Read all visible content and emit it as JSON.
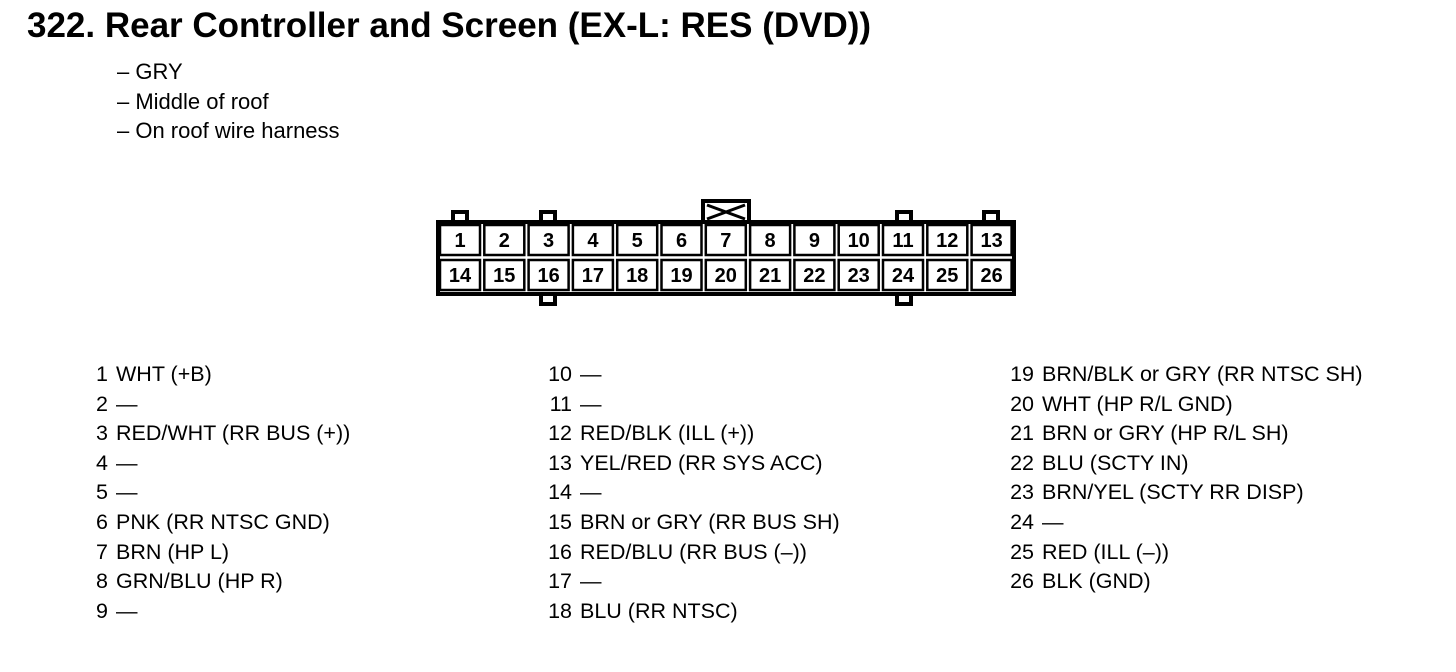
{
  "title": "322. Rear Controller and Screen (EX-L: RES (DVD))",
  "notes": [
    "– GRY",
    "– Middle of roof",
    "– On roof wire harness"
  ],
  "connector": {
    "top_row": [
      "1",
      "2",
      "3",
      "4",
      "5",
      "6",
      "7",
      "8",
      "9",
      "10",
      "11",
      "12",
      "13"
    ],
    "bottom_row": [
      "14",
      "15",
      "16",
      "17",
      "18",
      "19",
      "20",
      "21",
      "22",
      "23",
      "24",
      "25",
      "26"
    ]
  },
  "pin_columns": [
    [
      {
        "num": "1",
        "desc": "WHT (+B)"
      },
      {
        "num": "2",
        "desc": "—"
      },
      {
        "num": "3",
        "desc": "RED/WHT (RR BUS (+))"
      },
      {
        "num": "4",
        "desc": "—"
      },
      {
        "num": "5",
        "desc": "—"
      },
      {
        "num": "6",
        "desc": "PNK (RR NTSC GND)"
      },
      {
        "num": "7",
        "desc": "BRN (HP L)"
      },
      {
        "num": "8",
        "desc": "GRN/BLU (HP R)"
      },
      {
        "num": "9",
        "desc": "—"
      }
    ],
    [
      {
        "num": "10",
        "desc": "—"
      },
      {
        "num": "11",
        "desc": "—"
      },
      {
        "num": "12",
        "desc": "RED/BLK (ILL (+))"
      },
      {
        "num": "13",
        "desc": "YEL/RED (RR SYS ACC)"
      },
      {
        "num": "14",
        "desc": "—"
      },
      {
        "num": "15",
        "desc": "BRN or GRY (RR BUS SH)"
      },
      {
        "num": "16",
        "desc": "RED/BLU (RR BUS (–))"
      },
      {
        "num": "17",
        "desc": "—"
      },
      {
        "num": "18",
        "desc": "BLU (RR NTSC)"
      }
    ],
    [
      {
        "num": "19",
        "desc": "BRN/BLK or GRY (RR NTSC SH)"
      },
      {
        "num": "20",
        "desc": "WHT (HP R/L GND)"
      },
      {
        "num": "21",
        "desc": "BRN or GRY (HP R/L SH)"
      },
      {
        "num": "22",
        "desc": "BLU (SCTY IN)"
      },
      {
        "num": "23",
        "desc": "BRN/YEL (SCTY RR DISP)"
      },
      {
        "num": "24",
        "desc": "—"
      },
      {
        "num": "25",
        "desc": "RED (ILL (–))"
      },
      {
        "num": "26",
        "desc": "BLK (GND)"
      }
    ]
  ]
}
